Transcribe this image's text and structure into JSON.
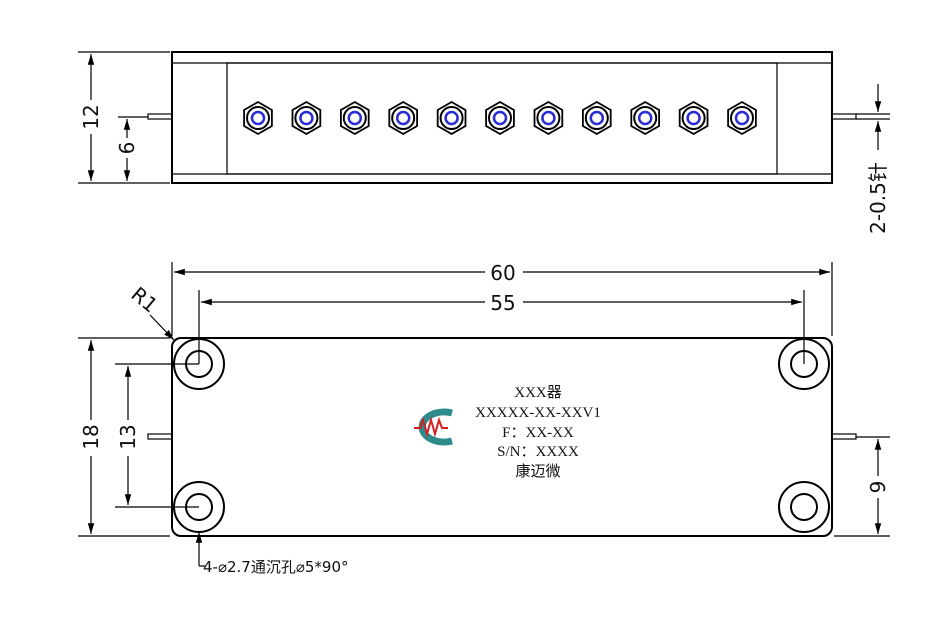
{
  "dimensions": {
    "top_height": "12",
    "top_pin_height": "6",
    "pins": "2-0.5针",
    "bottom_width_outer": "60",
    "bottom_width_inner": "55",
    "corner_radius": "R1",
    "bottom_height": "18",
    "hole_spacing_v": "13",
    "right_pin_height": "9"
  },
  "hole_note": "4-⌀2.7通沉孔⌀5*90°",
  "connector_count": 11,
  "label": {
    "line1": "XXX器",
    "line2": "XXXXX-XX-XXV1",
    "line3": "F：XX-XX",
    "line4": "S/N：XXXX",
    "line5": "康迈微"
  },
  "colors": {
    "line": "#000000",
    "connector_center": "#2b2bd6",
    "logo_red": "#d61f1f",
    "logo_teal": "#2e8b8b"
  }
}
